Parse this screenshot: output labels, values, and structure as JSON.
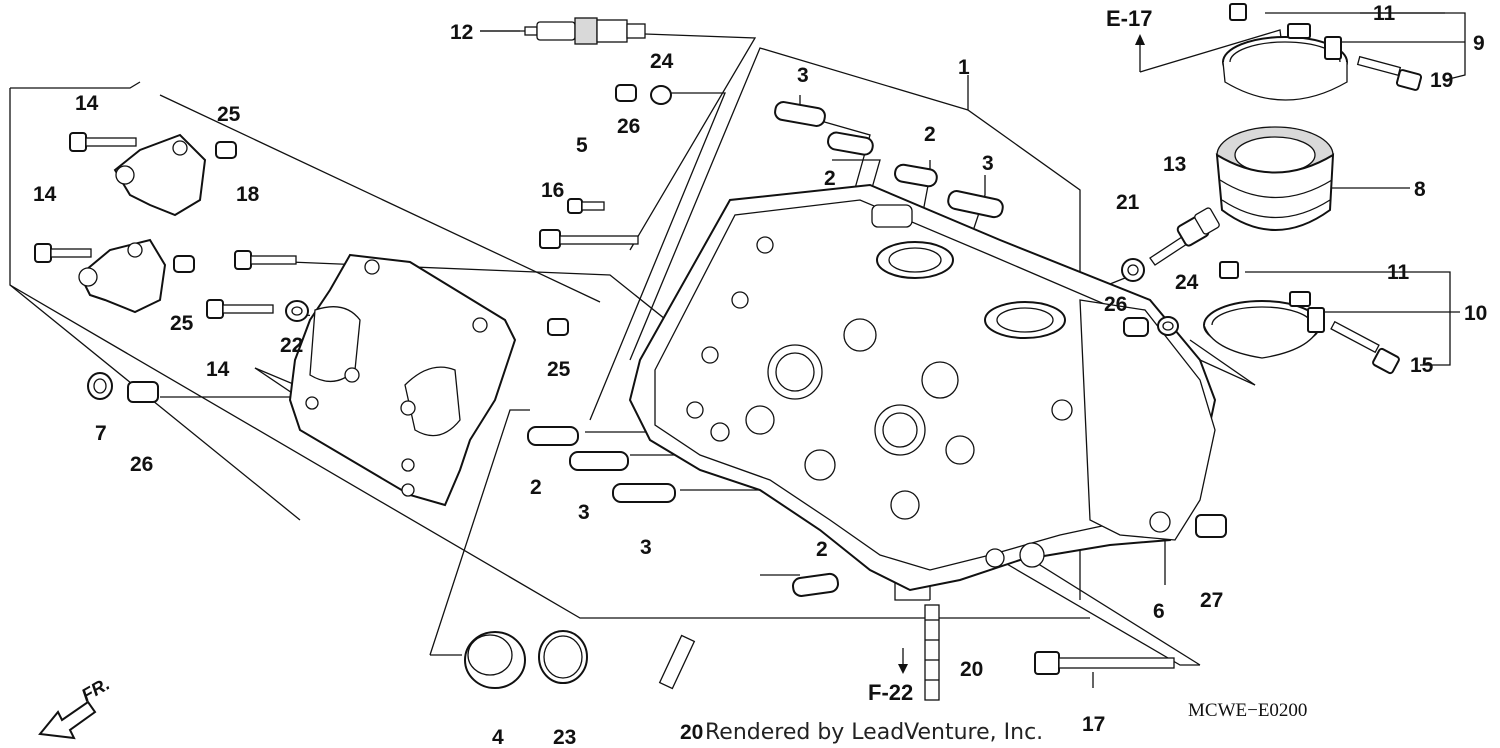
{
  "diagram": {
    "code": "MCWE−E0200",
    "rendered_by": "Rendered by LeadVenture, Inc.",
    "direction_label": "FR.",
    "references": [
      "E-17",
      "F-22"
    ],
    "callouts": [
      "1",
      "2",
      "3",
      "4",
      "5",
      "6",
      "7",
      "8",
      "9",
      "10",
      "11",
      "12",
      "13",
      "14",
      "15",
      "16",
      "17",
      "18",
      "19",
      "20",
      "21",
      "22",
      "23",
      "24",
      "25",
      "26",
      "27"
    ]
  }
}
